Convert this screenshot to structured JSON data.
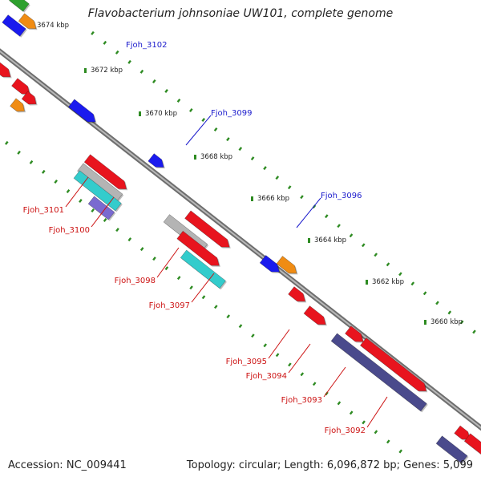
{
  "title": "Flavobacterium johnsoniae UW101, complete genome",
  "accession": {
    "label": "Accession:",
    "value": "NC_009441"
  },
  "topology_text": "Topology: circular; Length: 6,096,872 bp; Genes: 5,099",
  "scale_labels": [
    "3674 kbp",
    "3672 kbp",
    "3670 kbp",
    "3668 kbp",
    "3666 kbp",
    "3664 kbp",
    "3662 kbp",
    "3660 kbp"
  ],
  "gene_labels": [
    {
      "name": "Fjoh_3102",
      "color": "#1a1acc"
    },
    {
      "name": "Fjoh_3099",
      "color": "#1a1acc"
    },
    {
      "name": "Fjoh_3096",
      "color": "#1a1acc"
    },
    {
      "name": "Fjoh_3101",
      "color": "#cc1111"
    },
    {
      "name": "Fjoh_3100",
      "color": "#cc1111"
    },
    {
      "name": "Fjoh_3098",
      "color": "#cc1111"
    },
    {
      "name": "Fjoh_3097",
      "color": "#cc1111"
    },
    {
      "name": "Fjoh_3095",
      "color": "#cc1111"
    },
    {
      "name": "Fjoh_3094",
      "color": "#cc1111"
    },
    {
      "name": "Fjoh_3093",
      "color": "#cc1111"
    },
    {
      "name": "Fjoh_3092",
      "color": "#cc1111"
    }
  ],
  "colors": {
    "backbone": "#8c8c8c",
    "ticks": "#2e8b22",
    "forward_gene": "#e8141e",
    "reverse_gene": "#1a1aee",
    "orange_gene": "#f08c14",
    "cyan_gene": "#33cccc",
    "gray_gene": "#b4b4b4",
    "slate_gene": "#4a4a8c",
    "violet_gene": "#7a6ad0",
    "green_gene": "#2ea02e"
  }
}
